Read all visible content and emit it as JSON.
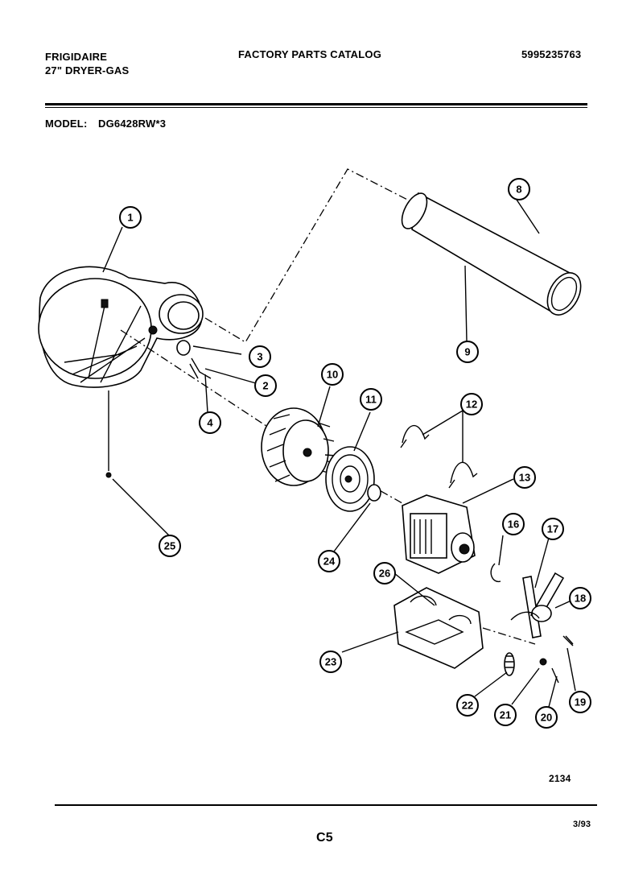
{
  "header": {
    "brand": "FRIGIDAIRE",
    "product": "27\" DRYER-GAS",
    "catalog_title": "FACTORY PARTS CATALOG",
    "catalog_number": "5995235763",
    "model_label": "MODEL:",
    "model_value": "DG6428RW*3"
  },
  "callouts": [
    "1",
    "2",
    "3",
    "4",
    "8",
    "9",
    "10",
    "11",
    "12",
    "13",
    "16",
    "17",
    "18",
    "19",
    "20",
    "21",
    "22",
    "23",
    "24",
    "25",
    "26"
  ],
  "footer": {
    "diagram_number": "2134",
    "page_code": "C5",
    "date": "3/93"
  }
}
